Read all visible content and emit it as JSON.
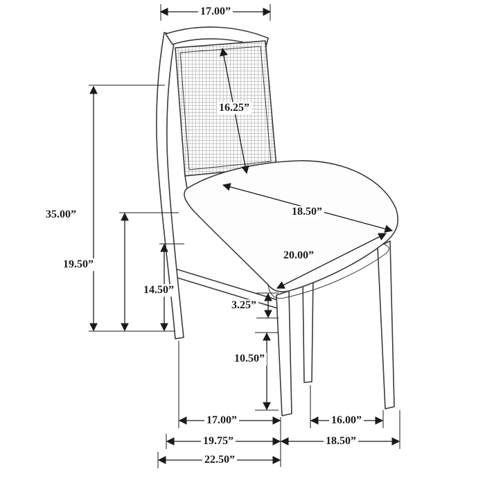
{
  "colors": {
    "ink": "#1a1a1a",
    "chair": "#3a3a3a",
    "seat": "#fdfdfd",
    "mesh": "#b8b8b8"
  },
  "dims": {
    "top_width": "17.00”",
    "back_panel_diag": "16.25”",
    "overall_height": "35.00”",
    "seat_back_height": "19.50”",
    "stretcher_height": "14.50”",
    "seat_depth": "18.50”",
    "seat_width": "20.00”",
    "seat_thickness": "3.25”",
    "leg_height": "10.50”",
    "base_depth_inner": "17.00”",
    "base_width_inner": "16.00”",
    "base_depth_mid": "19.75”",
    "base_width_outer": "18.50”",
    "base_depth_outer": "22.50”"
  }
}
